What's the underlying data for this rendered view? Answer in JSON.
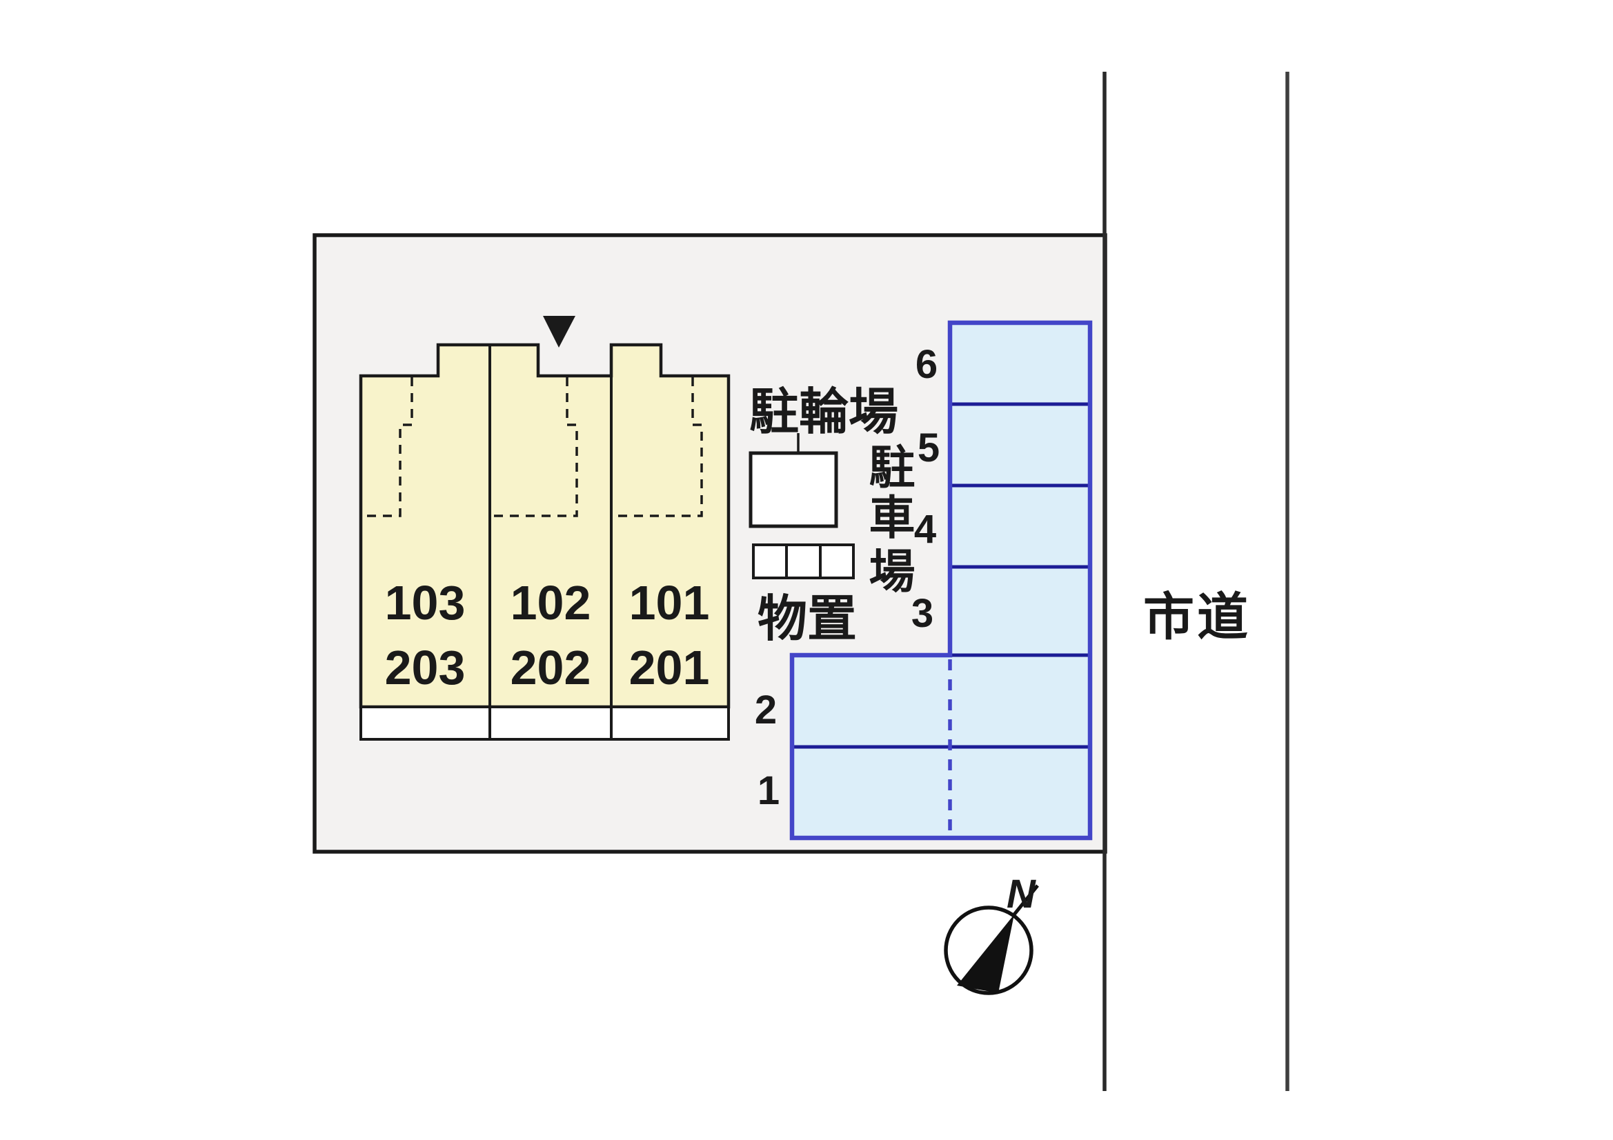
{
  "colors": {
    "site_fill": "#f3f2f1",
    "building_fill": "#f8f3cb",
    "stall_fill": "#dceef9",
    "stall_border": "#4345c8",
    "stall_divider": "#1c1c96",
    "outline": "#1a1a1a",
    "road_line": "#3f3f3f"
  },
  "site": {
    "building": {
      "units": [
        {
          "floor1": "103",
          "floor2": "203"
        },
        {
          "floor1": "102",
          "floor2": "202"
        },
        {
          "floor1": "101",
          "floor2": "201"
        }
      ],
      "entrance_marker_icon": "triangle-down"
    },
    "bicycle_parking": {
      "label": "駐輪場"
    },
    "storage": {
      "label": "物置"
    },
    "parking": {
      "label_chars": [
        "駐",
        "車",
        "場"
      ],
      "stall_numbers": [
        "6",
        "5",
        "4",
        "3",
        "2",
        "1"
      ]
    }
  },
  "road": {
    "label": "市道"
  },
  "compass": {
    "north_label": "N",
    "icon": "compass-needle"
  }
}
